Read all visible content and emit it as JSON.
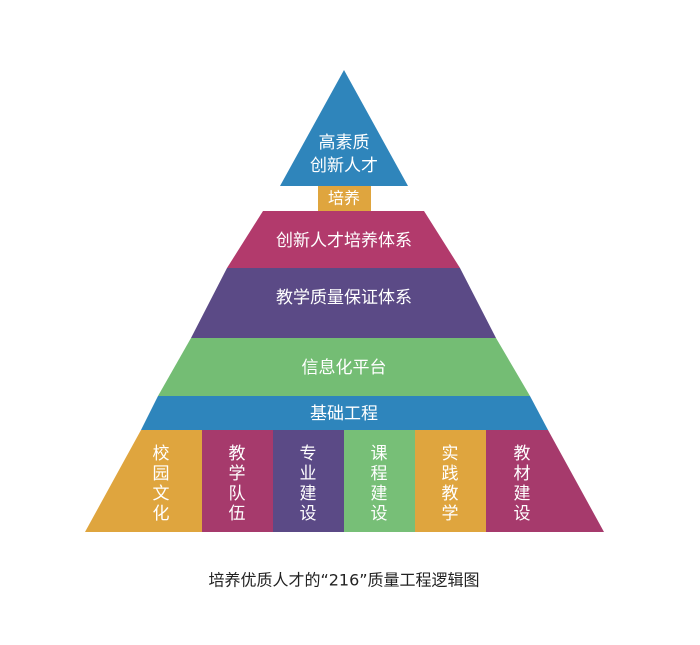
{
  "pyramid": {
    "apex_label": [
      "高素质",
      "创新人才"
    ],
    "connector_label": "培养",
    "layers": [
      {
        "label": "创新人才培养体系",
        "color": "#b23a6c"
      },
      {
        "label": "教学质量保证体系",
        "color": "#5b4a86"
      },
      {
        "label": "信息化平台",
        "color": "#74bd74"
      },
      {
        "label": "基础工程",
        "color": "#2e85bc"
      }
    ],
    "foundation": [
      {
        "label": "校园文化",
        "color": "#dfa53e"
      },
      {
        "label": "教学队伍",
        "color": "#a63a6c"
      },
      {
        "label": "专业建设",
        "color": "#5b4a86"
      },
      {
        "label": "课程建设",
        "color": "#77bf77"
      },
      {
        "label": "实践教学",
        "color": "#dfa53e"
      },
      {
        "label": "教材建设",
        "color": "#a63a6c"
      }
    ],
    "apex_color": "#2f85bb",
    "connector_color": "#dfa53e"
  },
  "caption": "培养优质人才的“216”质量工程逻辑图"
}
